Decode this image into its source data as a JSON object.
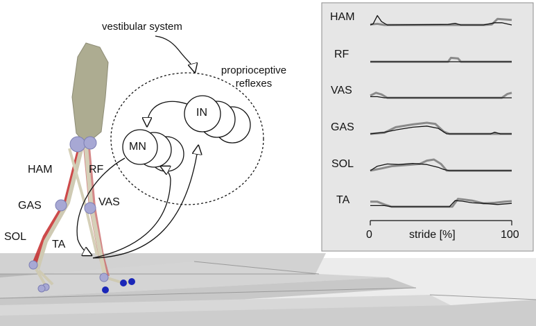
{
  "annotations": {
    "vestibular": "vestibular system",
    "proprioceptive_line1": "proprioceptive",
    "proprioceptive_line2": "reflexes",
    "mn": "MN",
    "in": "IN"
  },
  "leg_labels": {
    "ham": "HAM",
    "rf": "RF",
    "gas": "GAS",
    "vas": "VAS",
    "sol": "SOL",
    "ta": "TA"
  },
  "chart_data": {
    "type": "line",
    "xlabel": "stride [%]",
    "xlim": [
      0,
      100
    ],
    "x_ticks": [
      "0",
      "100"
    ],
    "series_colors": {
      "reference": "#8a8a8a",
      "model": "#111111"
    },
    "rows": [
      {
        "name": "HAM",
        "reference": [
          [
            0,
            0.05
          ],
          [
            5,
            0.1
          ],
          [
            10,
            0
          ],
          [
            60,
            0
          ],
          [
            80,
            0
          ],
          [
            86,
            0.05
          ],
          [
            90,
            0.55
          ],
          [
            95,
            0.5
          ],
          [
            100,
            0.45
          ]
        ],
        "model": [
          [
            0,
            0
          ],
          [
            2,
            0.1
          ],
          [
            5,
            0.85
          ],
          [
            8,
            0.3
          ],
          [
            12,
            0
          ],
          [
            55,
            0.05
          ],
          [
            60,
            0.15
          ],
          [
            64,
            0
          ],
          [
            80,
            0
          ],
          [
            88,
            0.2
          ],
          [
            93,
            0.2
          ],
          [
            100,
            0
          ]
        ]
      },
      {
        "name": "RF",
        "reference": [
          [
            0,
            0
          ],
          [
            55,
            0
          ],
          [
            57,
            0.35
          ],
          [
            62,
            0.3
          ],
          [
            64,
            0
          ],
          [
            100,
            0
          ]
        ],
        "model": [
          [
            0,
            0
          ],
          [
            100,
            0
          ]
        ]
      },
      {
        "name": "VAS",
        "reference": [
          [
            0,
            0.2
          ],
          [
            4,
            0.45
          ],
          [
            8,
            0.3
          ],
          [
            12,
            0
          ],
          [
            93,
            0
          ],
          [
            97,
            0.35
          ],
          [
            100,
            0.45
          ]
        ],
        "model": [
          [
            0,
            0.1
          ],
          [
            5,
            0.1
          ],
          [
            10,
            0
          ],
          [
            100,
            0
          ]
        ]
      },
      {
        "name": "GAS",
        "reference": [
          [
            0,
            0
          ],
          [
            10,
            0.1
          ],
          [
            18,
            0.6
          ],
          [
            30,
            0.85
          ],
          [
            40,
            1.0
          ],
          [
            46,
            0.9
          ],
          [
            52,
            0.2
          ],
          [
            56,
            0
          ],
          [
            100,
            0
          ]
        ],
        "model": [
          [
            0,
            0
          ],
          [
            10,
            0.15
          ],
          [
            20,
            0.4
          ],
          [
            30,
            0.6
          ],
          [
            40,
            0.7
          ],
          [
            48,
            0.5
          ],
          [
            54,
            0
          ],
          [
            85,
            0
          ],
          [
            88,
            0.15
          ],
          [
            92,
            0
          ],
          [
            100,
            0
          ]
        ]
      },
      {
        "name": "SOL",
        "reference": [
          [
            0,
            0
          ],
          [
            8,
            0.2
          ],
          [
            15,
            0.4
          ],
          [
            25,
            0.5
          ],
          [
            35,
            0.6
          ],
          [
            40,
            0.9
          ],
          [
            45,
            1.0
          ],
          [
            50,
            0.6
          ],
          [
            54,
            0
          ],
          [
            100,
            0
          ]
        ],
        "model": [
          [
            0,
            0
          ],
          [
            5,
            0.4
          ],
          [
            12,
            0.6
          ],
          [
            20,
            0.55
          ],
          [
            30,
            0.65
          ],
          [
            40,
            0.55
          ],
          [
            48,
            0.3
          ],
          [
            52,
            0.1
          ],
          [
            56,
            0
          ],
          [
            100,
            0
          ]
        ]
      },
      {
        "name": "TA",
        "reference": [
          [
            0,
            0.45
          ],
          [
            5,
            0.45
          ],
          [
            10,
            0.2
          ],
          [
            15,
            0
          ],
          [
            58,
            0
          ],
          [
            62,
            0.7
          ],
          [
            66,
            0.65
          ],
          [
            72,
            0.55
          ],
          [
            80,
            0.3
          ],
          [
            88,
            0.35
          ],
          [
            95,
            0.45
          ],
          [
            100,
            0.5
          ]
        ],
        "model": [
          [
            0,
            0.1
          ],
          [
            10,
            0.1
          ],
          [
            15,
            0
          ],
          [
            56,
            0
          ],
          [
            60,
            0.55
          ],
          [
            65,
            0.5
          ],
          [
            72,
            0.35
          ],
          [
            80,
            0.3
          ],
          [
            90,
            0.2
          ],
          [
            100,
            0.3
          ]
        ]
      }
    ]
  },
  "colors": {
    "panel_bg": "#e6e6e6",
    "panel_border": "#8c8c8c",
    "ground_top": "#cfcfcf",
    "ground_front": "#b4b4b4",
    "joint": "#a7a8d4",
    "toe": "#1a26b8",
    "muscle": "#c42a2a",
    "bone": "#cfcab3",
    "trunk": "#a9a88e"
  }
}
